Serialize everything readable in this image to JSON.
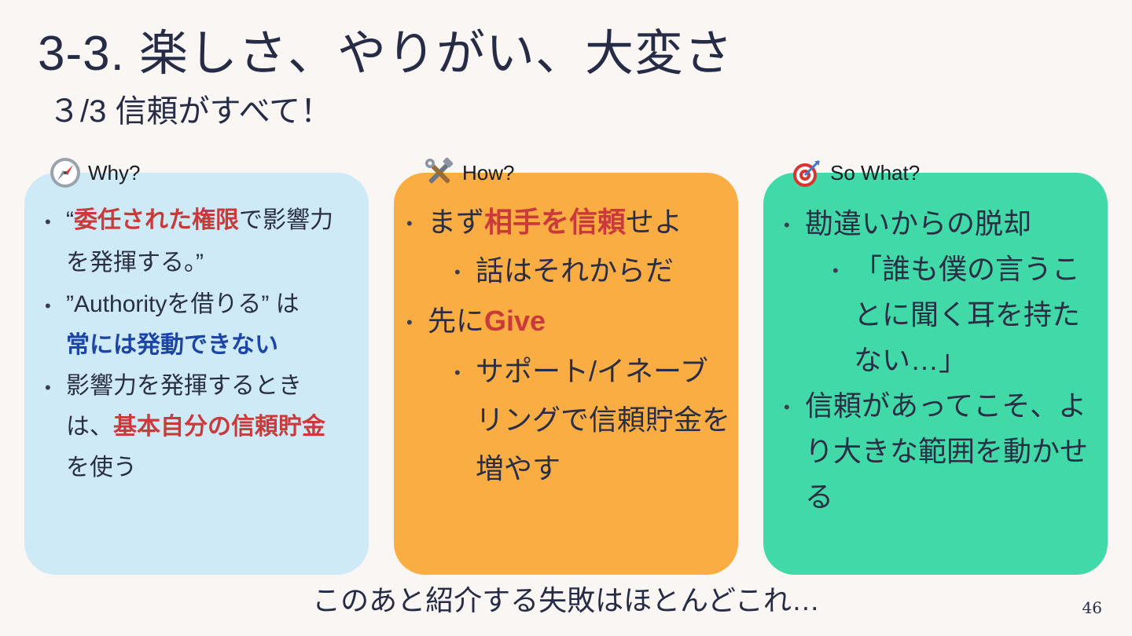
{
  "slide": {
    "title": "3-3. 楽しさ、やりがい、大変さ",
    "subtitle": "３/3 信頼がすべて！",
    "footer": "このあと紹介する失敗はほとんどこれ…",
    "page_number": "46"
  },
  "columns": {
    "why": {
      "header": "Why?",
      "icon": "compass-icon",
      "color": "#cdeaf6",
      "bullets": [
        {
          "open_quote": "“",
          "highlight": "委任された権限",
          "text": "で影響力を発揮する。”"
        },
        {
          "text": "”Authorityを借りる” は ",
          "highlight": "常には発動できない"
        },
        {
          "text": "影響力を発揮するときは、",
          "highlight": "基本自分の信頼貯金",
          "tail": "を使う"
        }
      ]
    },
    "how": {
      "header": "How?",
      "icon": "tools-icon",
      "color": "#f9ad42",
      "bullets": [
        {
          "text": "まず",
          "highlight": "相手を信頼",
          "tail": "せよ"
        },
        {
          "text": "話はそれからだ"
        },
        {
          "text": "先に",
          "highlight": "Give"
        },
        {
          "text": "サポート/イネーブリングで信頼貯金を増やす"
        }
      ]
    },
    "what": {
      "header": "So What?",
      "icon": "target-icon",
      "color": "#40d9a7",
      "bullets": [
        {
          "text": "勘違いからの脱却"
        },
        {
          "text": "「誰も僕の言うことに聞く耳を持たない…」"
        },
        {
          "text": "信頼があってこそ、より大きな範囲を動かせる"
        }
      ]
    }
  },
  "colors": {
    "highlight_red": "#cb3a3a",
    "highlight_blue": "#1c45a6",
    "text": "#262b46"
  }
}
